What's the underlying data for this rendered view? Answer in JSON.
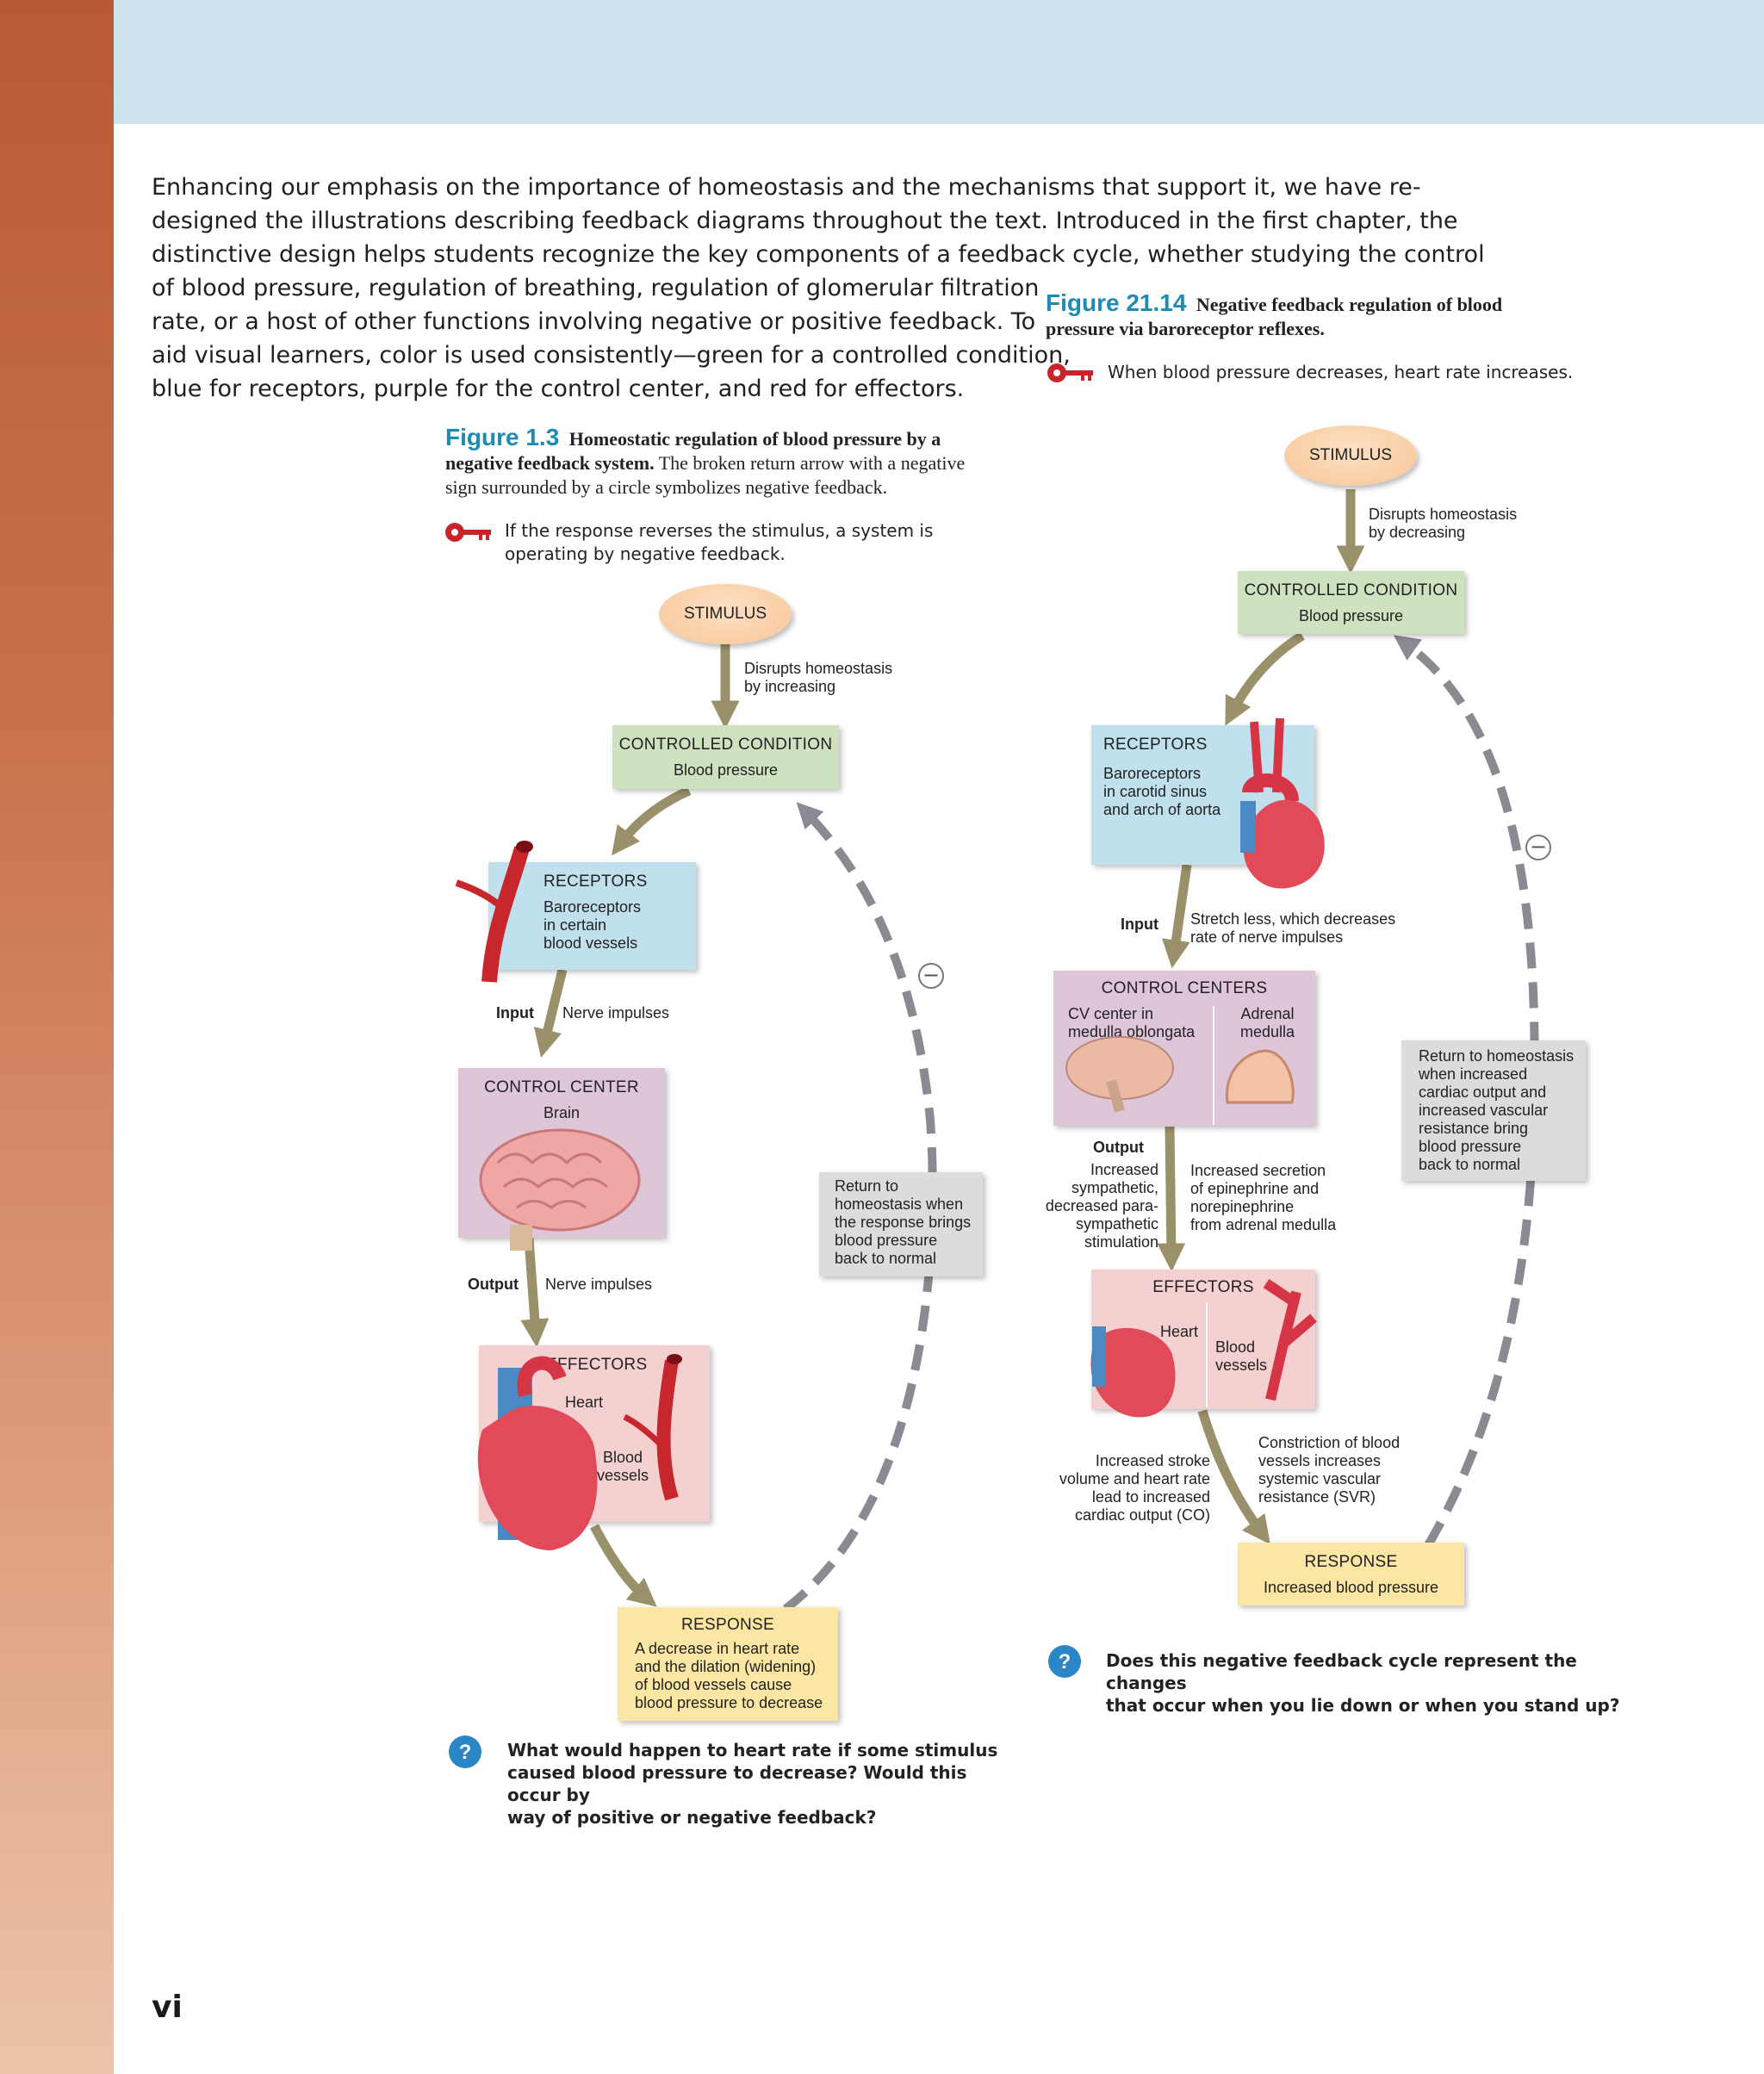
{
  "intro_lines": [
    "Enhancing our emphasis on the importance of homeostasis and the mechanisms that support it, we have re-",
    "designed the illustrations describing feedback diagrams throughout the text. Introduced in the first chapter, the",
    "distinctive design helps students recognize the key components of a feedback cycle, whether studying the control",
    "of blood pressure, regulation of breathing, regulation of glomerular filtration",
    "rate, or a host of other functions involving negative or positive feedback. To",
    "aid visual learners, color is used consistently—green for a controlled condition,",
    "blue for receptors, purple for the control center, and red for effectors."
  ],
  "page_number": "vi",
  "fig1": {
    "number": "Figure 1.3",
    "title": "Homeostatic regulation of blood pressure by a negative feedback system.",
    "caption": "The broken return arrow with a negative sign surrounded by a circle symbolizes negative feedback.",
    "key": "If the response reverses the stimulus, a system is operating by negative feedback.",
    "stimulus": "STIMULUS",
    "disrupts": [
      "Disrupts homeostasis",
      "by increasing"
    ],
    "controlled_title": "CONTROLLED CONDITION",
    "controlled_sub": "Blood pressure",
    "receptors_title": "RECEPTORS",
    "receptors_sub": [
      "Baroreceptors",
      "in certain",
      "blood vessels"
    ],
    "input": "Input",
    "input_text": "Nerve impulses",
    "center_title": "CONTROL CENTER",
    "center_sub": "Brain",
    "output": "Output",
    "output_text": "Nerve impulses",
    "effectors_title": "EFFECTORS",
    "heart": "Heart",
    "vessels": [
      "Blood",
      "vessels"
    ],
    "response_title": "RESPONSE",
    "response_sub": [
      "A decrease in heart rate",
      "and the dilation (widening)",
      "of blood vessels cause",
      "blood pressure to decrease"
    ],
    "return": [
      "Return to",
      "homeostasis when",
      "the response brings",
      "blood pressure",
      "back to normal"
    ],
    "minus": "−",
    "question": [
      "What would happen to heart rate if some stimulus",
      "caused blood pressure to decrease? Would this occur by",
      "way of positive or negative feedback?"
    ]
  },
  "fig2": {
    "number": "Figure 21.14",
    "title": "Negative feedback regulation of blood pressure via baroreceptor reflexes.",
    "key": "When blood pressure decreases, heart rate increases.",
    "stimulus": "STIMULUS",
    "disrupts": [
      "Disrupts homeostasis",
      "by decreasing"
    ],
    "controlled_title": "CONTROLLED CONDITION",
    "controlled_sub": "Blood pressure",
    "receptors_title": "RECEPTORS",
    "receptors_sub": [
      "Baroreceptors",
      "in carotid sinus",
      "and arch of aorta"
    ],
    "input": "Input",
    "input_text": [
      "Stretch less, which decreases",
      "rate of nerve impulses"
    ],
    "centers_title": "CONTROL CENTERS",
    "cv_center": [
      "CV center in",
      "medulla oblongata"
    ],
    "adrenal": [
      "Adrenal",
      "medulla"
    ],
    "output": "Output",
    "output_left": [
      "Increased",
      "sympathetic,",
      "decreased para-",
      "sympathetic",
      "stimulation"
    ],
    "output_right": [
      "Increased secretion",
      "of epinephrine and",
      "norepinephrine",
      "from adrenal medulla"
    ],
    "effectors_title": "EFFECTORS",
    "heart": "Heart",
    "vessels": [
      "Blood",
      "vessels"
    ],
    "left_effect": [
      "Increased stroke",
      "volume and heart rate",
      "lead to increased",
      "cardiac output (CO)"
    ],
    "right_effect": [
      "Constriction of blood",
      "vessels increases",
      "systemic vascular",
      "resistance (SVR)"
    ],
    "response_title": "RESPONSE",
    "response_sub": "Increased blood pressure",
    "return": [
      "Return to homeostasis",
      "when increased",
      "cardiac output and",
      "increased vascular",
      "resistance bring",
      "blood pressure",
      "back to normal"
    ],
    "minus": "−",
    "question": [
      "Does this negative feedback cycle represent the changes",
      "that occur when you lie down or when you stand up?"
    ]
  },
  "question_icon": "?",
  "colors": {
    "controlled": "#cfe2bf",
    "receptors": "#bfe0ec",
    "control_center": "#dec5d8",
    "effectors": "#f5d0d0",
    "response": "#fbe6a3",
    "arrow": "#9a906a",
    "figure_number": "#1d8bb3"
  }
}
